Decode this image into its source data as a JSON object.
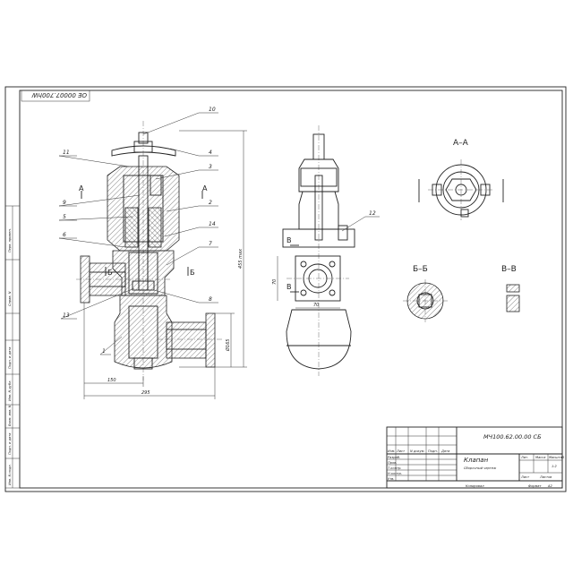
{
  "drawing": {
    "stamp_code": "OE 00007.700hW",
    "document_code": "MЧ100.62.00.00  СБ",
    "title_line1": "Клапан",
    "title_line2": "Сборочный чертеж",
    "scale": "1:2",
    "sheet_label": "Лист",
    "sheets_label": "Листов",
    "mass_label": "Масса",
    "scale_label": "Масштаб",
    "lit_label": "Лит.",
    "format_label": "Формат",
    "format_value": "A2",
    "copied_label": "Копировал",
    "col_izm": "Изм.",
    "col_list": "Лист",
    "col_doc": "N докум.",
    "col_sign": "Подп.",
    "col_date": "Дата",
    "row_razrab": "Разраб.",
    "row_prov": "Пров.",
    "row_tkontr": "Т.контр.",
    "row_nkontr": "Н.контр.",
    "row_utv": "Утв."
  },
  "side_strip": {
    "labels": [
      "Перв. примен.",
      "Справ. N",
      "Подп. и дата",
      "Инв. N дубл.",
      "Взам. инв. N",
      "Подп. и дата",
      "Инв. N подл."
    ]
  },
  "sections": {
    "aa": "А–А",
    "bb": "Б–Б",
    "vv": "В–В",
    "a_mark": "А",
    "b_mark": "Б",
    "v_mark": "В"
  },
  "part_numbers": [
    "10",
    "4",
    "11",
    "3",
    "9",
    "А",
    "5",
    "2",
    "6",
    "14",
    "7",
    "13",
    "8",
    "1",
    "12"
  ],
  "dimensions": {
    "d150": "150",
    "d295": "295",
    "d455": "455 max",
    "d165": "Ø165",
    "d70a": "70",
    "d70b": "70"
  },
  "colors": {
    "line": "#222222",
    "paper": "#ffffff"
  }
}
